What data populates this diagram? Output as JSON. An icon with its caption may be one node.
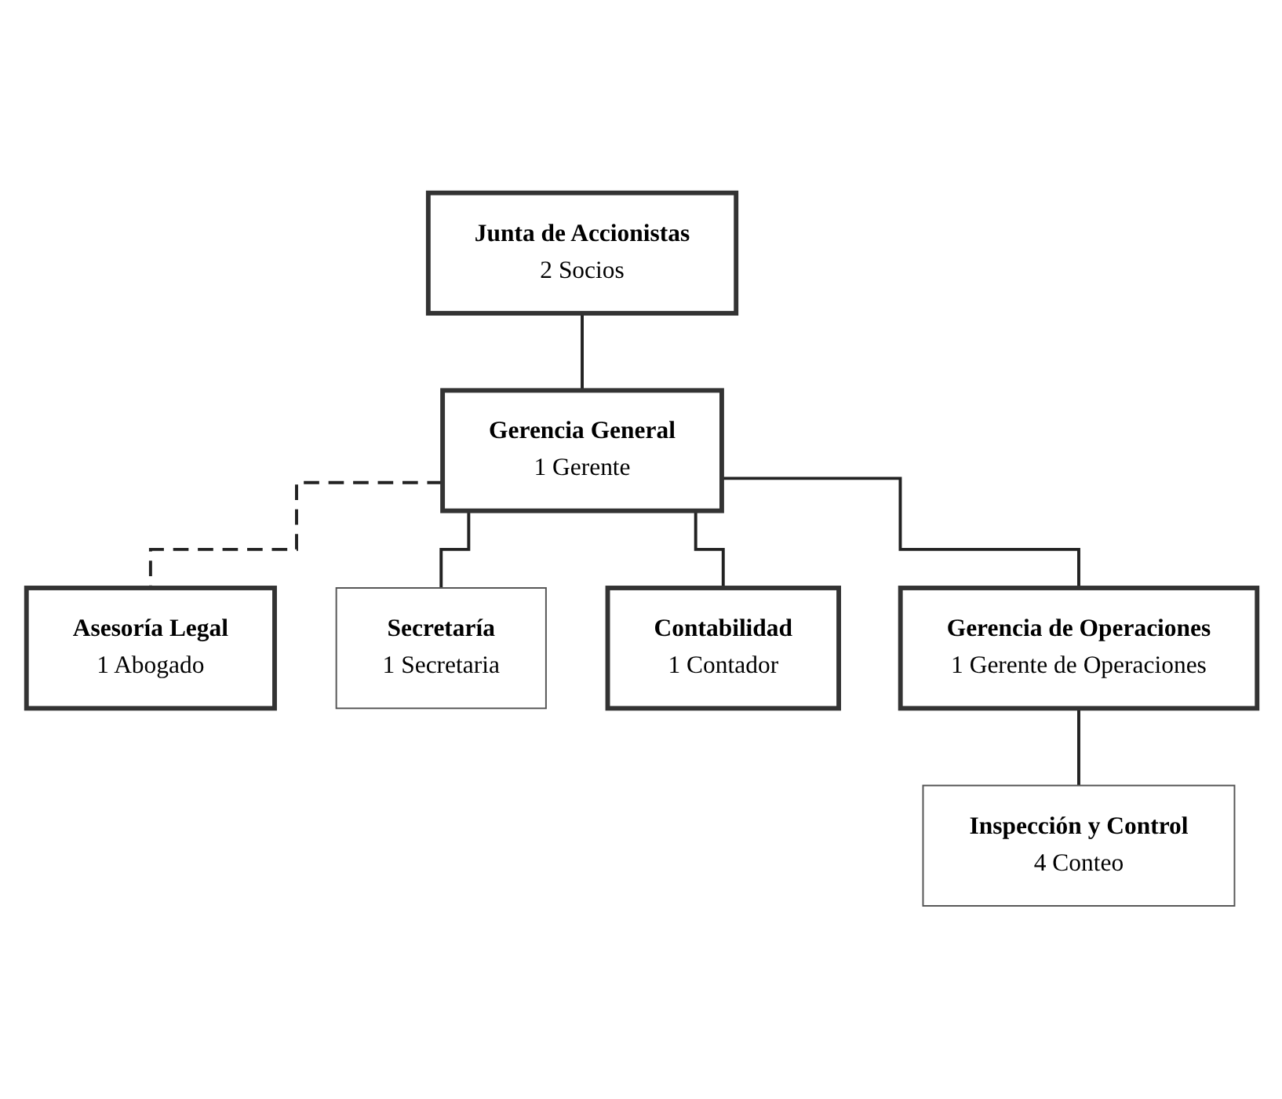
{
  "diagram": {
    "nodes": [
      {
        "text": [
          "Junta de Accionistas",
          "2 Socios"
        ]
      },
      {
        "text": [
          "Gerencia General",
          "1 Gerente"
        ]
      },
      {
        "text": [
          "Asesoría Legal",
          "1 Abogado"
        ]
      },
      {
        "text": [
          "Secretaría",
          "1 Secretaria"
        ]
      },
      {
        "text": [
          "Contabilidad",
          "1 Contador"
        ]
      },
      {
        "text": [
          "Gerencia de Operaciones",
          "1 Gerente de Operaciones"
        ]
      },
      {
        "text": [
          "Inspección y Control",
          "4 Conteo"
        ]
      }
    ],
    "edges": [
      {
        "from": 0,
        "to": 1,
        "arrow": "none"
      },
      {
        "from": 1,
        "to": 2,
        "arrow": "none",
        "style": "dashed"
      },
      {
        "from": 1,
        "to": 3,
        "arrow": "none"
      },
      {
        "from": 1,
        "to": 4,
        "arrow": "none"
      },
      {
        "from": 1,
        "to": 5,
        "arrow": "none"
      },
      {
        "from": 5,
        "to": 6,
        "arrow": "none"
      }
    ]
  }
}
